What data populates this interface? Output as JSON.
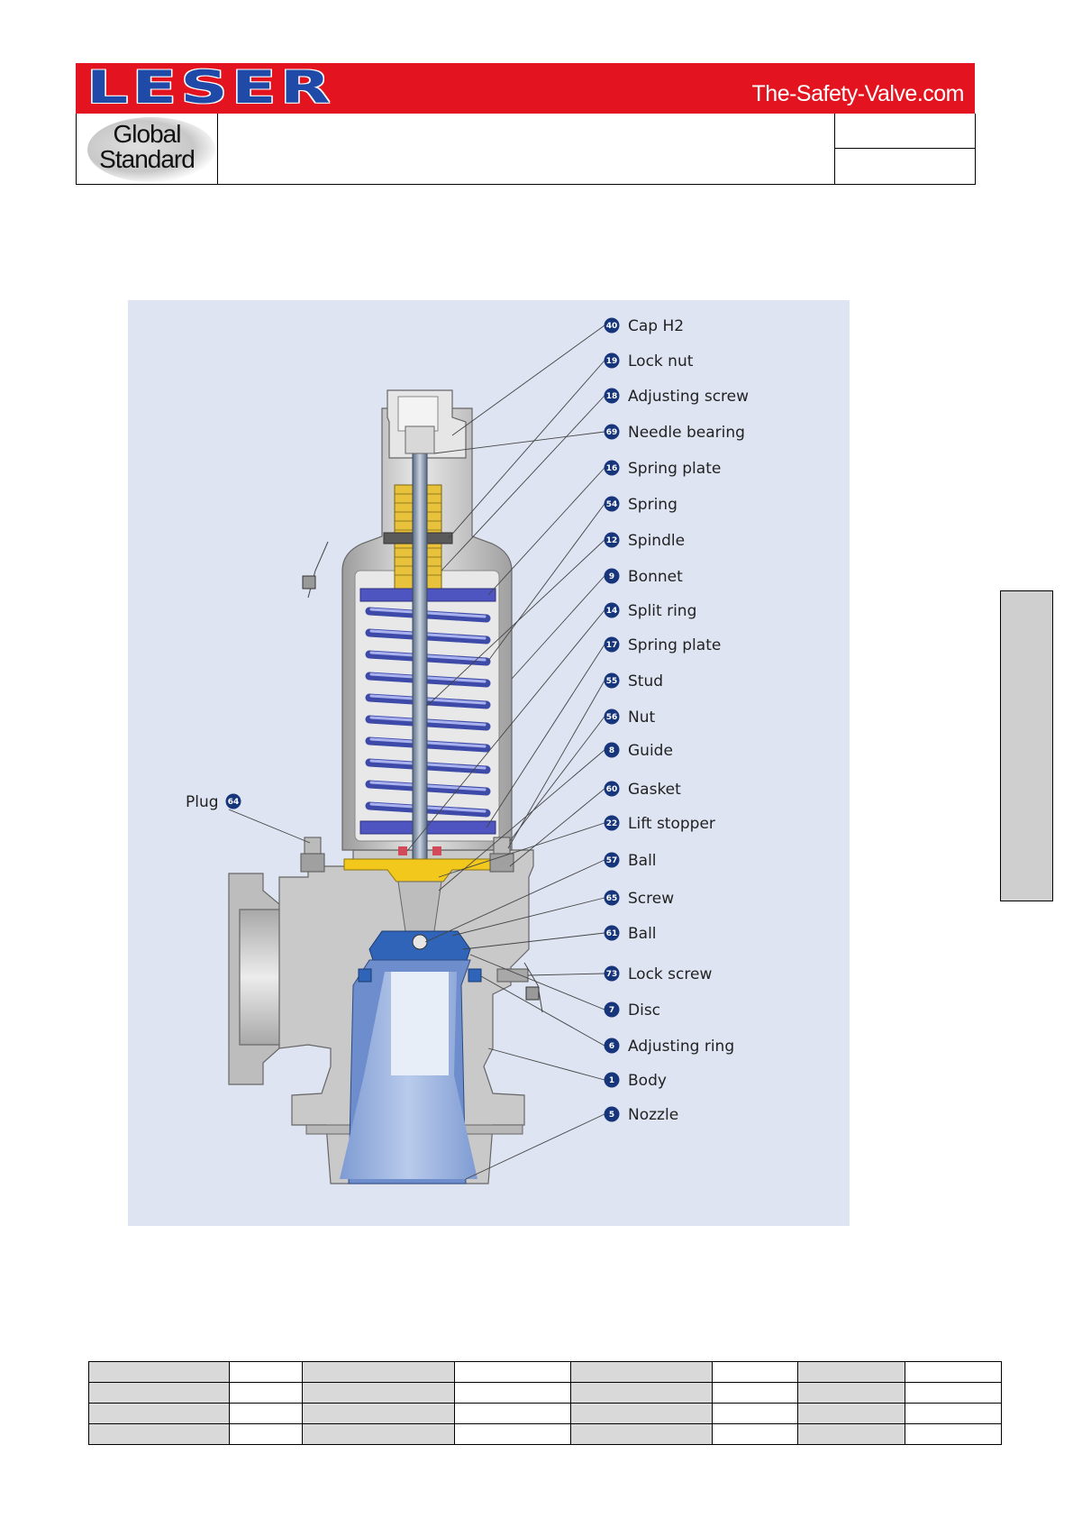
{
  "header": {
    "logo": "LESER",
    "website": "The-Safety-Valve.com",
    "badge_line1": "Global",
    "badge_line2": "Standard"
  },
  "diagram": {
    "parts": [
      {
        "num": "40",
        "label": "Cap H2"
      },
      {
        "num": "19",
        "label": "Lock nut"
      },
      {
        "num": "18",
        "label": "Adjusting screw"
      },
      {
        "num": "69",
        "label": "Needle bearing"
      },
      {
        "num": "16",
        "label": "Spring plate"
      },
      {
        "num": "54",
        "label": "Spring"
      },
      {
        "num": "12",
        "label": "Spindle"
      },
      {
        "num": "9",
        "label": "Bonnet"
      },
      {
        "num": "14",
        "label": "Split ring"
      },
      {
        "num": "17",
        "label": "Spring plate"
      },
      {
        "num": "55",
        "label": "Stud"
      },
      {
        "num": "56",
        "label": "Nut"
      },
      {
        "num": "8",
        "label": "Guide"
      },
      {
        "num": "60",
        "label": "Gasket"
      },
      {
        "num": "22",
        "label": "Lift stopper"
      },
      {
        "num": "57",
        "label": "Ball"
      },
      {
        "num": "65",
        "label": "Screw"
      },
      {
        "num": "61",
        "label": "Ball"
      },
      {
        "num": "73",
        "label": "Lock screw"
      },
      {
        "num": "7",
        "label": "Disc"
      },
      {
        "num": "6",
        "label": "Adjusting ring"
      },
      {
        "num": "1",
        "label": "Body"
      },
      {
        "num": "5",
        "label": "Nozzle"
      }
    ],
    "plug": {
      "num": "64",
      "label": "Plug"
    }
  },
  "colors": {
    "brand_red": "#e3141f",
    "brand_blue": "#1f4aa8",
    "badge_blue": "#16357a",
    "panel_bg": "#dfe4f2",
    "spring_blue": "#5a6fd6",
    "nozzle_blue": "#8aa6d8",
    "gasket_yellow": "#f2c81c",
    "body_grey": "#c9c9c9"
  },
  "footer_table": {
    "rows": 4,
    "cols": 8
  }
}
